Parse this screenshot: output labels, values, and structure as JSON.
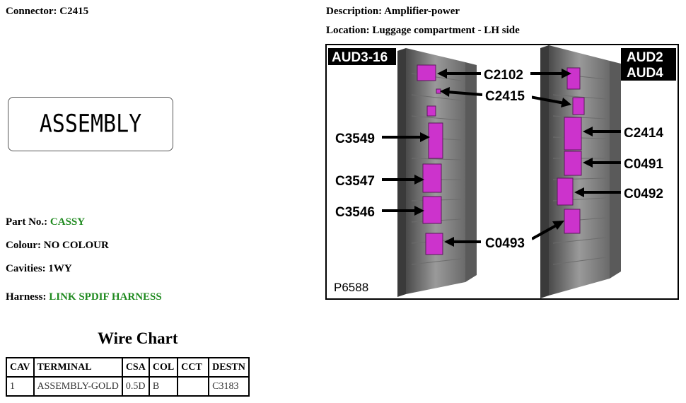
{
  "header": {
    "connector_label": "Connector:",
    "connector_value": "C2415",
    "description_label": "Description:",
    "description_value": "Amplifier-power",
    "location_label": "Location:",
    "location_value": "Luggage compartment - LH side"
  },
  "assembly_box": {
    "text": "ASSEMBLY"
  },
  "details": {
    "part_no_label": "Part No.:",
    "part_no_value": "CASSY",
    "colour_label": "Colour:",
    "colour_value": "NO COLOUR",
    "cavities_label": "Cavities:",
    "cavities_value": "1WY",
    "harness_label": "Harness:",
    "harness_value": "LINK SPDIF HARNESS"
  },
  "wire_chart": {
    "title": "Wire Chart",
    "headers": [
      "CAV",
      "TERMINAL",
      "CSA",
      "COL",
      "CCT",
      "DESTN"
    ],
    "rows": [
      [
        "1",
        "ASSEMBLY-GOLD",
        "0.5D",
        "B",
        "",
        "C3183"
      ]
    ]
  },
  "diagram": {
    "left_tag": "AUD3-16",
    "right_tag_line1": "AUD2",
    "right_tag_line2": "AUD4",
    "figure_id": "P6588",
    "connectors": [
      "C2102",
      "C2415",
      "C3549",
      "C2414",
      "C0491",
      "C3547",
      "C0492",
      "C3546",
      "C0493"
    ],
    "connector_color": "#cc33cc"
  }
}
